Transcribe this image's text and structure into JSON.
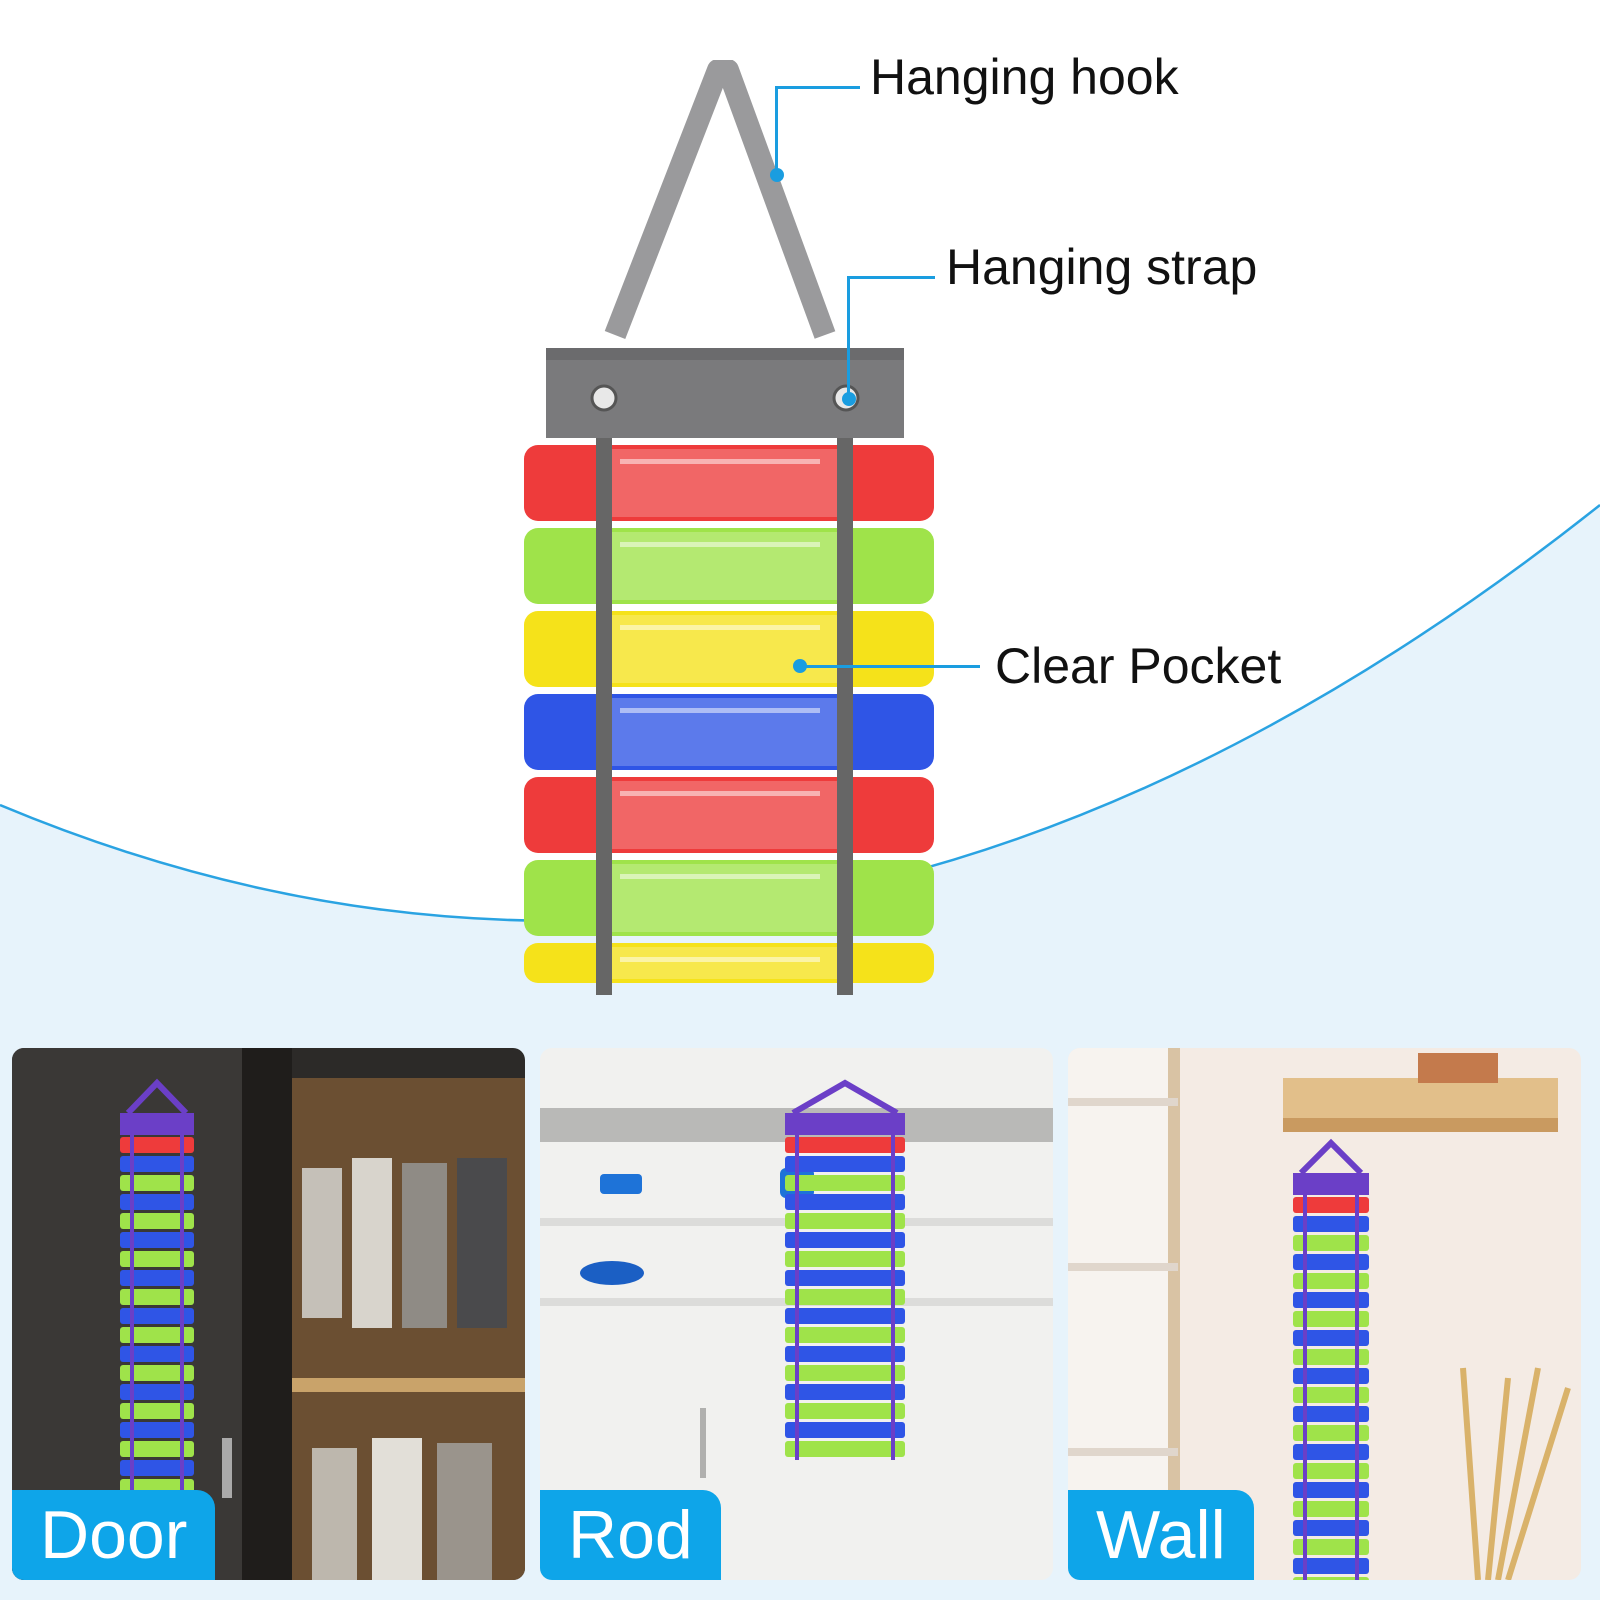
{
  "callouts": {
    "hanging_hook": "Hanging hook",
    "hanging_strap": "Hanging strap",
    "clear_pocket": "Clear Pocket"
  },
  "scenes": [
    {
      "label": "Door"
    },
    {
      "label": "Rod"
    },
    {
      "label": "Wall"
    }
  ],
  "colors": {
    "accent": "#1a9de0",
    "label_bg": "#0ea5e9",
    "background_arc": "#e7f3fb",
    "organizer_gray": "#7a7a7c",
    "strap_purple": "#6b3fc7",
    "roll_colors": [
      "#ee3b3b",
      "#9fe34a",
      "#f5e21a",
      "#2f55e6",
      "#ee3b3b",
      "#9fe34a",
      "#f5e21a"
    ]
  }
}
